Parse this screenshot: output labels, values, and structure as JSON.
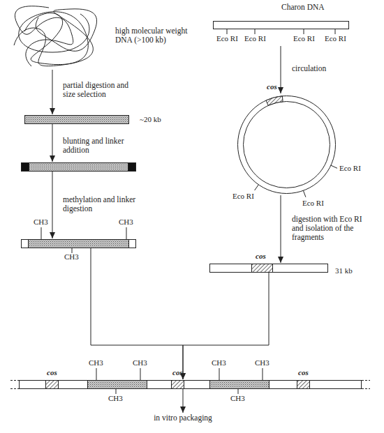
{
  "diagram": {
    "nodes": [
      {
        "text": [
          "high molecular weight DNA (>100 kb)"
        ]
      },
      {
        "text": [
          "~20 kb"
        ]
      },
      {
        "text": []
      },
      {
        "text": [
          "CH3",
          "CH3",
          "CH3"
        ]
      },
      {
        "text": [
          "Charon DNA",
          "Eco RI",
          "Eco RI",
          "Eco RI",
          "Eco RI"
        ]
      },
      {
        "text": [
          "cos",
          "Eco RI",
          "Eco RI",
          "Eco RI"
        ]
      },
      {
        "text": [
          "cos",
          "31 kb"
        ]
      },
      {
        "text": [
          "cos",
          "CH3",
          "CH3",
          "CH3",
          "cos",
          "CH3",
          "CH3",
          "CH3",
          "cos"
        ]
      },
      {
        "text": [
          "in vitro packaging"
        ]
      }
    ],
    "edges": [
      {
        "from": 0,
        "to": 1,
        "label": "partial digestion and size selection",
        "arrow": "to"
      },
      {
        "from": 1,
        "to": 2,
        "label": "blunting and linker addition",
        "arrow": "to"
      },
      {
        "from": 2,
        "to": 3,
        "label": "methylation and linker digestion",
        "arrow": "to"
      },
      {
        "from": 4,
        "to": 5,
        "label": "circulation",
        "arrow": "to"
      },
      {
        "from": 5,
        "to": 6,
        "label": "digestion with Eco RI and isolation of the fragments",
        "arrow": "to"
      },
      {
        "from": 3,
        "to": 7,
        "arrow": "to"
      },
      {
        "from": 6,
        "to": 7,
        "arrow": "to"
      },
      {
        "from": 7,
        "to": 8,
        "arrow": "to"
      }
    ]
  }
}
